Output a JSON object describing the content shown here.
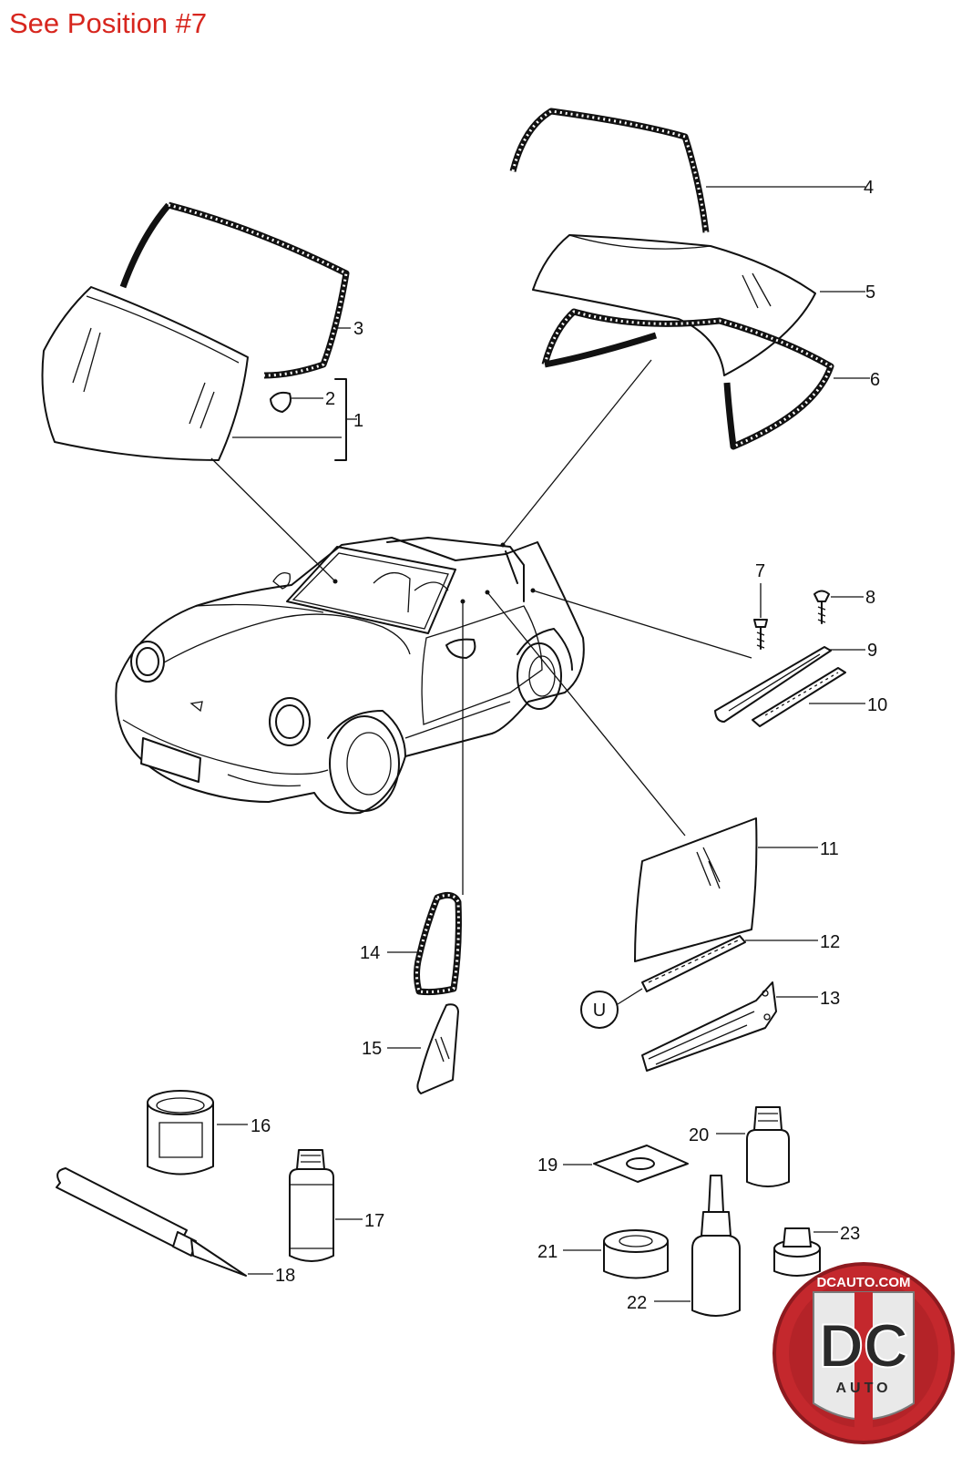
{
  "header": {
    "note": "See Position #7"
  },
  "callouts": [
    "1",
    "2",
    "3",
    "4",
    "5",
    "6",
    "7",
    "8",
    "9",
    "10",
    "11",
    "12",
    "13",
    "14",
    "15",
    "16",
    "17",
    "18",
    "19",
    "20",
    "21",
    "22",
    "23"
  ],
  "symbol": {
    "label": "U"
  },
  "logo": {
    "top_text": "DCAUTO.COM",
    "main_text": "DC",
    "sub_text": "AUTO"
  },
  "colors": {
    "note_red": "#d7261e",
    "line": "#111111",
    "logo_red": "#c4282d"
  }
}
